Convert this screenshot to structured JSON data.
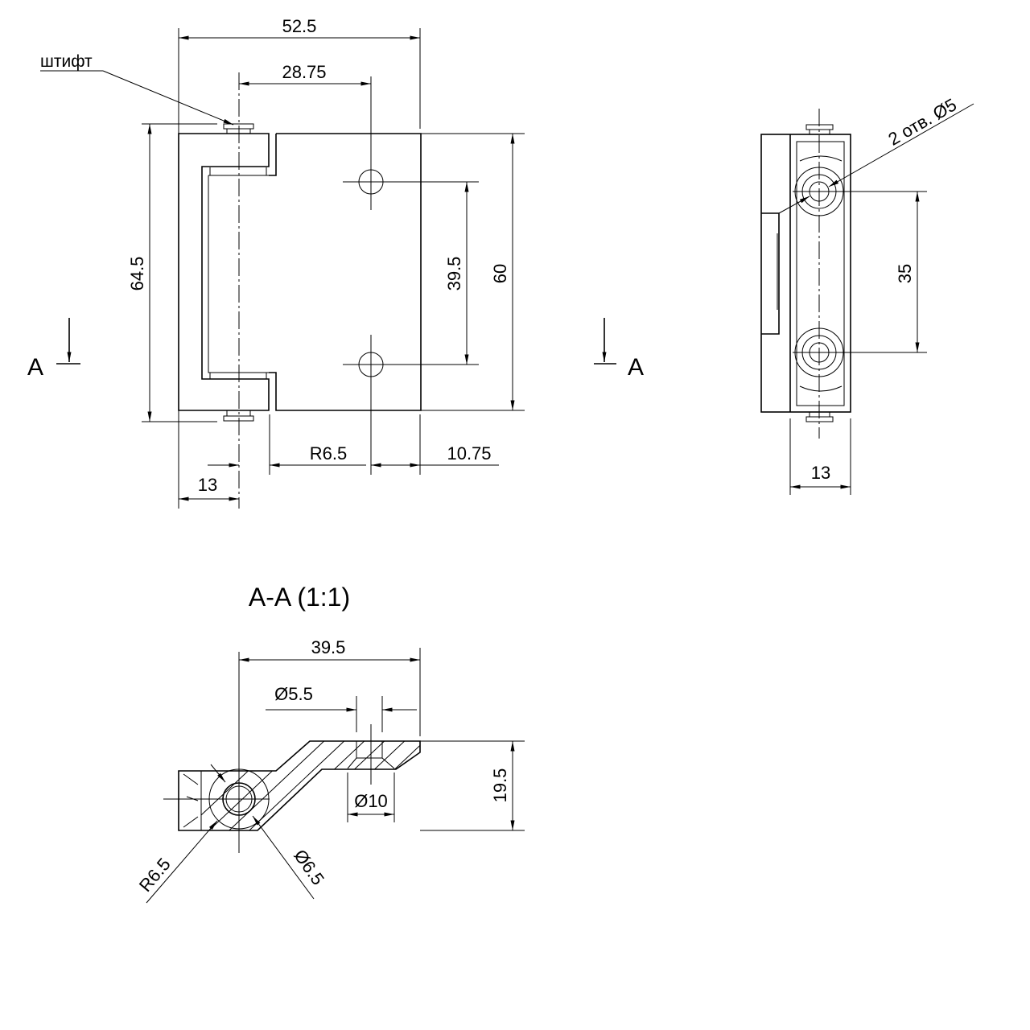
{
  "front_view": {
    "dim_overall_width": "52.5",
    "dim_pin_to_hole": "28.75",
    "dim_overall_height": "64.5",
    "dim_plate_height": "60",
    "dim_hole_spacing": "39.5",
    "dim_radius": "R6.5",
    "dim_hole_to_edge": "10.75",
    "dim_pin_offset": "13",
    "pin_label": "штифт"
  },
  "section_marks": {
    "left": "A",
    "right": "A"
  },
  "side_view": {
    "dim_hole_spacing": "35",
    "dim_width": "13",
    "holes_note": "2 отв. Ø5"
  },
  "section_view": {
    "title": "A-A (1:1)",
    "dim_length": "39.5",
    "dim_hole_dia": "Ø5.5",
    "dim_counterbore_dia": "Ø10",
    "dim_height": "19.5",
    "dim_radius": "R6.5",
    "dim_pin_dia": "Ø6.5"
  }
}
